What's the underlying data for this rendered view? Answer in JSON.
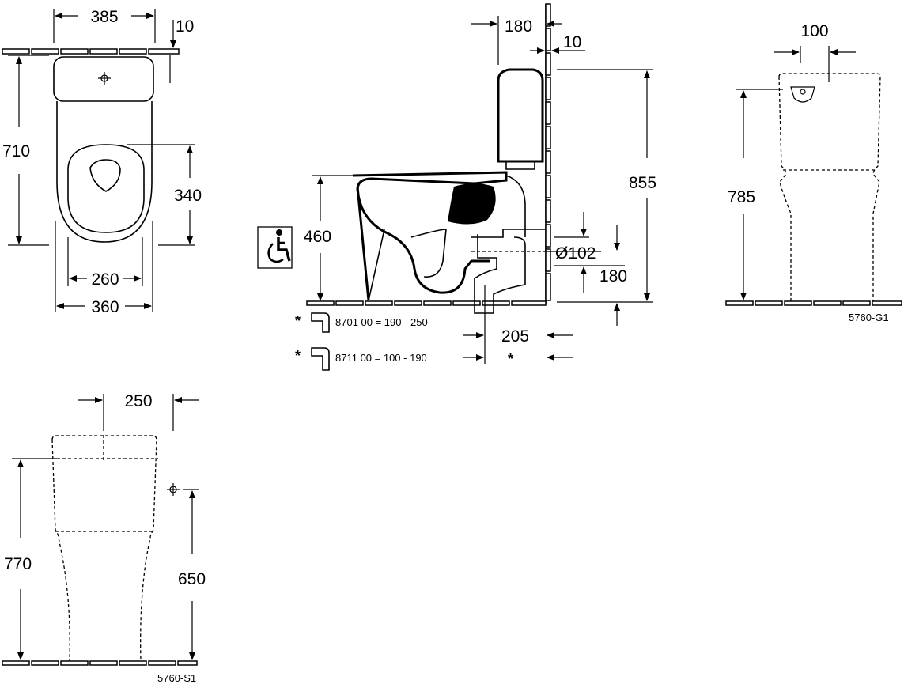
{
  "top_view": {
    "width_top": "385",
    "offset_top": "10",
    "depth": "710",
    "hole_distance": "340",
    "inner_width": "260",
    "base_width": "360"
  },
  "side_view": {
    "cistern_offset": "180",
    "wall_gap": "10",
    "total_height": "855",
    "seat_height": "460",
    "outlet_diameter": "Ø102",
    "outlet_height": "180",
    "wall_distance": "205",
    "variant_1": "8701 00 = 190 - 250",
    "variant_2": "8711 00 = 100 - 190",
    "asterisk": "*"
  },
  "front_view_g1": {
    "top_dim": "100",
    "height": "785",
    "code": "5760-G1"
  },
  "front_view_s1": {
    "top_dim": "250",
    "height": "770",
    "inlet_height": "650",
    "code": "5760-S1"
  }
}
